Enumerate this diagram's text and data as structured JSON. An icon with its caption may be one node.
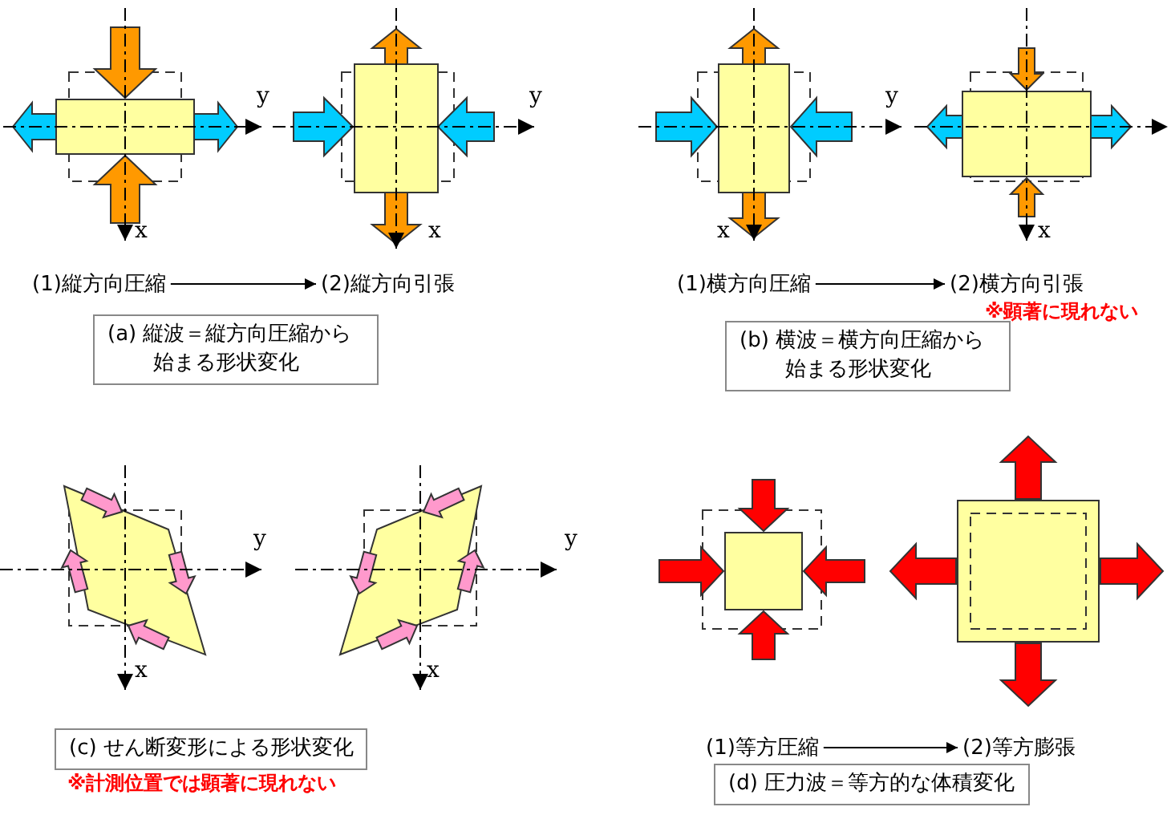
{
  "diagram": {
    "nodes": [
      {
        "text": [
          "(1)縦方向圧縮"
        ]
      },
      {
        "text": [
          "(2)縦方向引張"
        ]
      },
      {
        "text": [
          "(a) 縦波＝縦方向圧縮から始まる形状変化"
        ]
      },
      {
        "text": [
          "(1)横方向圧縮"
        ]
      },
      {
        "text": [
          "(2)横方向引張"
        ],
        "beside": [
          "※顕著に現れない"
        ]
      },
      {
        "text": [
          "(b) 横波＝横方向圧縮から始まる形状変化"
        ]
      },
      {
        "text": [
          "(c) せん断変形による形状変化"
        ],
        "beside": [
          "※計測位置では顕著に現れない"
        ]
      },
      {
        "text": [
          "(1)等方圧縮"
        ]
      },
      {
        "text": [
          "(2)等方膨張"
        ]
      },
      {
        "text": [
          "(d) 圧力波＝等方的な体積変化"
        ]
      }
    ],
    "edges": [
      {
        "from": 0,
        "to": 1,
        "arrow": "to"
      },
      {
        "from": 3,
        "to": 4,
        "arrow": "to"
      },
      {
        "from": 7,
        "to": 8,
        "arrow": "to"
      }
    ],
    "labels": [
      "y",
      "y",
      "y",
      "x",
      "x",
      "x",
      "x",
      "y",
      "y",
      "x",
      "x"
    ]
  }
}
